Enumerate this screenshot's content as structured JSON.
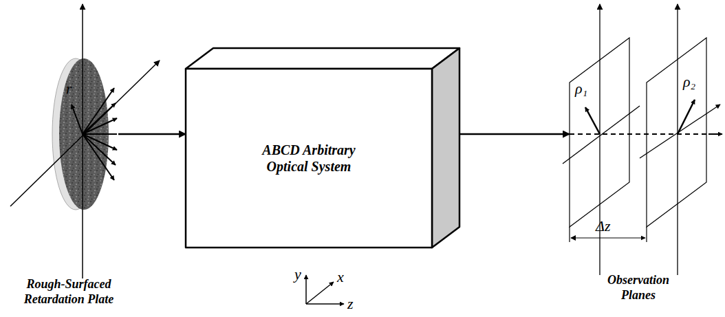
{
  "diagram": {
    "nodes": [
      {
        "text": [
          "Rough-Surfaced Retardation Plate"
        ]
      },
      {
        "text": [
          "ABCD Arbitrary Optical System"
        ]
      },
      {
        "text": [
          "Observation Planes"
        ]
      }
    ],
    "edges": [
      {
        "from": 0,
        "to": 1,
        "arrow": "to"
      },
      {
        "from": 1,
        "to": 2,
        "arrow": "to"
      }
    ],
    "labels": [
      "r",
      "y",
      "x",
      "z",
      "ρ₁",
      "ρ₂",
      "Δz"
    ]
  }
}
